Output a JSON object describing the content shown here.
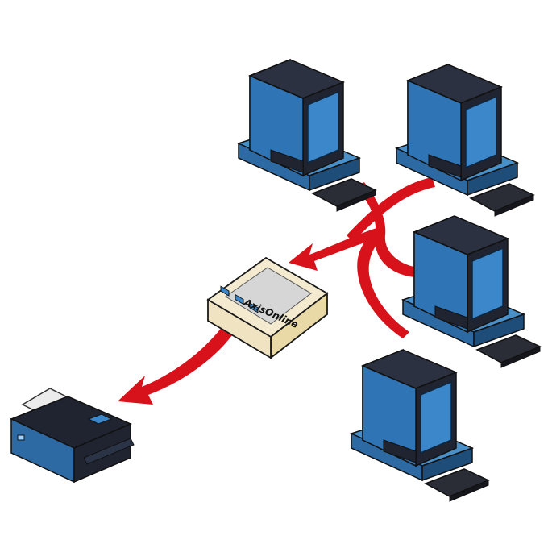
{
  "diagram": {
    "type": "network",
    "description_nodes": [
      "computer",
      "computer",
      "computer",
      "computer",
      "print-server",
      "printer"
    ],
    "print_server": {
      "brand": "AxisOnline"
    },
    "colors": {
      "computer_blue": "#2a6fb0",
      "screen_blue": "#3b87c9",
      "base_blue": "#2d6aa3",
      "dark_body": "#1f2430",
      "arrow_red": "#d8121b",
      "server_cream": "#efe3c2",
      "printer_tray": "#e9e9e9"
    },
    "icons": [
      "computer-icon",
      "print-server-icon",
      "printer-icon",
      "arrow-icon"
    ]
  }
}
